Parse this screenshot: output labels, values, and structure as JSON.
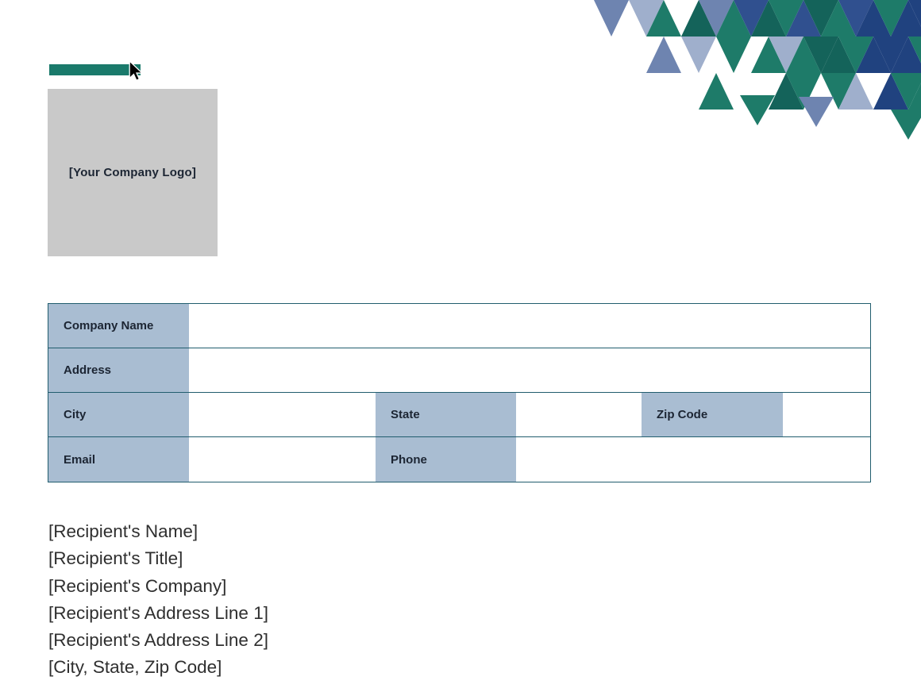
{
  "logo": {
    "placeholder_text": "[Your Company Logo]"
  },
  "form": {
    "labels": {
      "company_name": "Company Name",
      "address": "Address",
      "city": "City",
      "state": "State",
      "zip_code": "Zip Code",
      "email": "Email",
      "phone": "Phone"
    },
    "values": {
      "company_name": "",
      "address": "",
      "city": "",
      "state": "",
      "zip_code": "",
      "email": "",
      "phone": ""
    }
  },
  "recipient_block": {
    "lines": [
      "[Recipient's Name]",
      "[Recipient's Title]",
      "[Recipient's Company]",
      "[Recipient's Address Line 1]",
      "[Recipient's Address Line 2]",
      "[City, State, Zip Code]"
    ]
  },
  "colors": {
    "accent_bar": "#1a7a6b",
    "table_border": "#215d6e",
    "label_cell_bg": "#a9bdd2",
    "logo_bg": "#c9c9c9",
    "triangle_teal": "#1e7b69",
    "triangle_dark_teal": "#14635a",
    "triangle_navy": "#30508f",
    "triangle_dark_navy": "#20427f",
    "triangle_steel_blue": "#6e84b0",
    "triangle_light_blue": "#9fafcc"
  }
}
